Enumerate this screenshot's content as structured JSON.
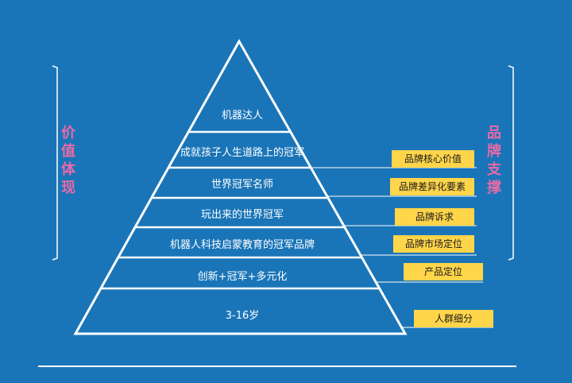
{
  "colors": {
    "background": "#1a75b8",
    "line": "#ffffff",
    "tag_fill": "#ffd54a",
    "side_label": "#e96aa8"
  },
  "left_label": [
    "价",
    "值",
    "体",
    "现"
  ],
  "right_label": [
    "品",
    "牌",
    "支",
    "撑"
  ],
  "tiers": [
    {
      "label": "机器达人"
    },
    {
      "label": "成就孩子人生道路上的冠军"
    },
    {
      "label": "世界冠军名师"
    },
    {
      "label": "玩出来的世界冠军"
    },
    {
      "label": "机器人科技启蒙教育的冠军品牌"
    },
    {
      "label": "创新+冠军+多元化"
    },
    {
      "label": "3-16岁"
    }
  ],
  "tags": [
    {
      "label": "品牌核心价值"
    },
    {
      "label": "品牌差异化要素"
    },
    {
      "label": "品牌诉求"
    },
    {
      "label": "品牌市场定位"
    },
    {
      "label": "产品定位"
    },
    {
      "label": "人群细分"
    }
  ]
}
